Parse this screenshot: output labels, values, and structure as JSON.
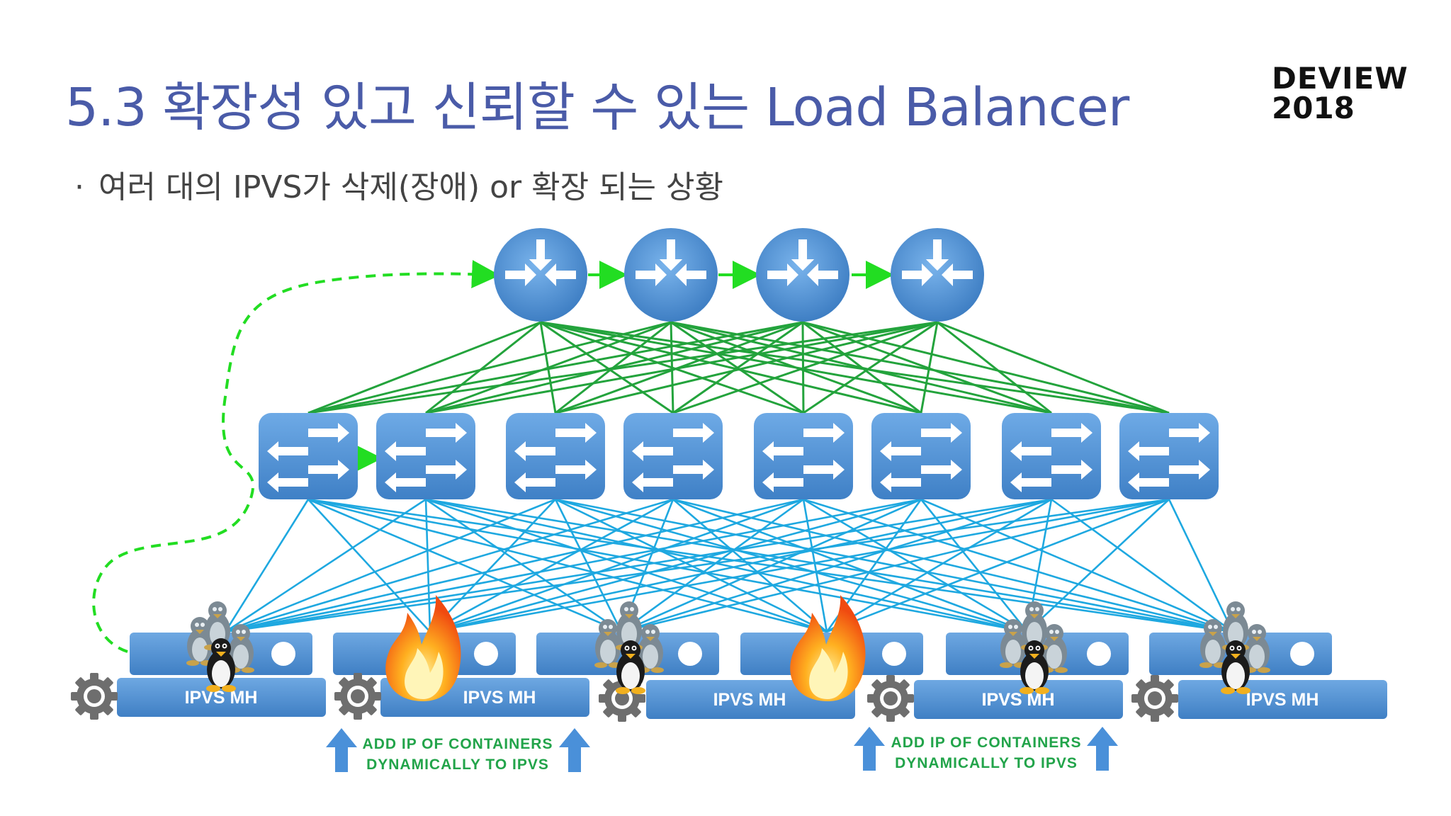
{
  "slide": {
    "title": "5.3 확장성 있고 신뢰할 수 있는 Load Balancer",
    "bullet": "여러 대의 IPVS가 삭제(장애) or 확장 되는 상황",
    "logo_line1": "DEVIEW",
    "logo_line2": "2018"
  },
  "diagram": {
    "ipvs_label": "IPVS MH",
    "note_line1": "ADD IP  OF CONTAINERS",
    "note_line2": "DYNAMICALLY TO IPVS",
    "colors": {
      "router": "#4f8fd2",
      "switch": "#5a98d6",
      "mh_box": "#5d9ad8",
      "upper_links": "#23a33c",
      "lower_links": "#1ea8e0",
      "flow_arrow": "#22dd22",
      "note_text": "#22a44a",
      "note_arrow": "#4a90d9"
    },
    "icons": [
      "router-icon",
      "switch-icon",
      "tux-penguin-icon",
      "fire-icon",
      "gear-icon",
      "up-arrow-icon"
    ]
  }
}
